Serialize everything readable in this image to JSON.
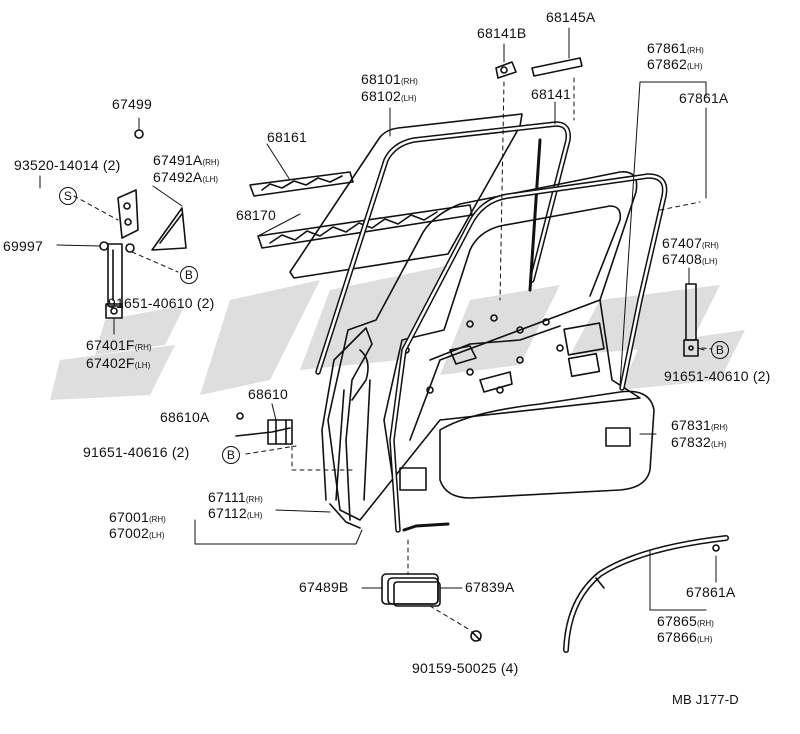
{
  "diagram": {
    "drawing_code": "MB J177-D",
    "watermark_text": "ETK",
    "bolt_marker_letter": "B",
    "screw_marker_letter": "S",
    "labels": {
      "p67499": "67499",
      "p93520": "93520-14014 (2)",
      "p67491a_rh": "67491A",
      "p67491a_rh_side": "(RH)",
      "p67492a_lh": "67492A",
      "p67492a_lh_side": "(LH)",
      "p69997": "69997",
      "p91651_left": "91651-40610 (2)",
      "p67401f_rh": "67401F",
      "p67401f_rh_side": "(RH)",
      "p67402f_lh": "67402F",
      "p67402f_lh_side": "(LH)",
      "p68161": "68161",
      "p68170": "68170",
      "p68101_rh": "68101",
      "p68101_rh_side": "(RH)",
      "p68102_lh": "68102",
      "p68102_lh_side": "(LH)",
      "p68141b": "68141B",
      "p68145a": "68145A",
      "p68141": "68141",
      "p67861_rh": "67861",
      "p67861_rh_side": "(RH)",
      "p67862_lh": "67862",
      "p67862_lh_side": "(LH)",
      "p67861a_top": "67861A",
      "p67407_rh": "67407",
      "p67407_rh_side": "(RH)",
      "p67408_lh": "67408",
      "p67408_lh_side": "(LH)",
      "p91651_right": "91651-40610 (2)",
      "p68610": "68610",
      "p68610a": "68610A",
      "p91651_40616": "91651-40616 (2)",
      "p67831_rh": "67831",
      "p67831_rh_side": "(RH)",
      "p67832_lh": "67832",
      "p67832_lh_side": "(LH)",
      "p67111_rh": "67111",
      "p67111_rh_side": "(RH)",
      "p67112_lh": "67112",
      "p67112_lh_side": "(LH)",
      "p67001_rh": "67001",
      "p67001_rh_side": "(RH)",
      "p67002_lh": "67002",
      "p67002_lh_side": "(LH)",
      "p67489b": "67489B",
      "p67839a": "67839A",
      "p90159": "90159-50025 (4)",
      "p67861a_bottom": "67861A",
      "p67865_rh": "67865",
      "p67865_rh_side": "(RH)",
      "p67866_lh": "67866",
      "p67866_lh_side": "(LH)"
    }
  }
}
